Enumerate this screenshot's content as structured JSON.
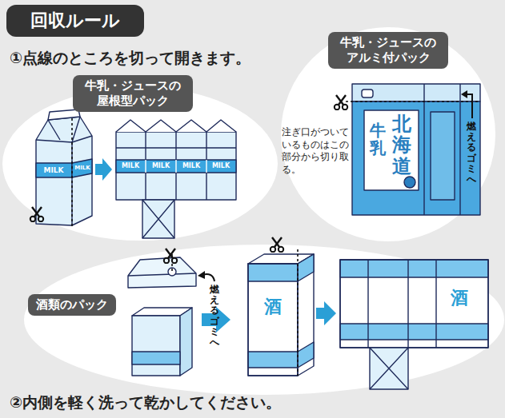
{
  "diagram": {
    "title": "回収ルール",
    "nodes": [
      {
        "text": [
          "牛乳・ジュースの 屋根型パック"
        ]
      },
      {
        "text": [
          "牛乳・ジュースの アルミ付パック"
        ]
      },
      {
        "text": [
          "酒類のパック"
        ]
      }
    ],
    "labels": [
      "①点線のところを切って開きます。",
      "MILK",
      "MILK",
      "MILK",
      "MILK",
      "MILK",
      "MILK",
      "注ぎ口がついているものはこの部分から切り取る。",
      "牛乳",
      "北海道",
      "燃えるゴミへ",
      "燃えるゴミへ",
      "酒",
      "酒",
      "②内側を軽く洗って乾かしてください。"
    ]
  }
}
